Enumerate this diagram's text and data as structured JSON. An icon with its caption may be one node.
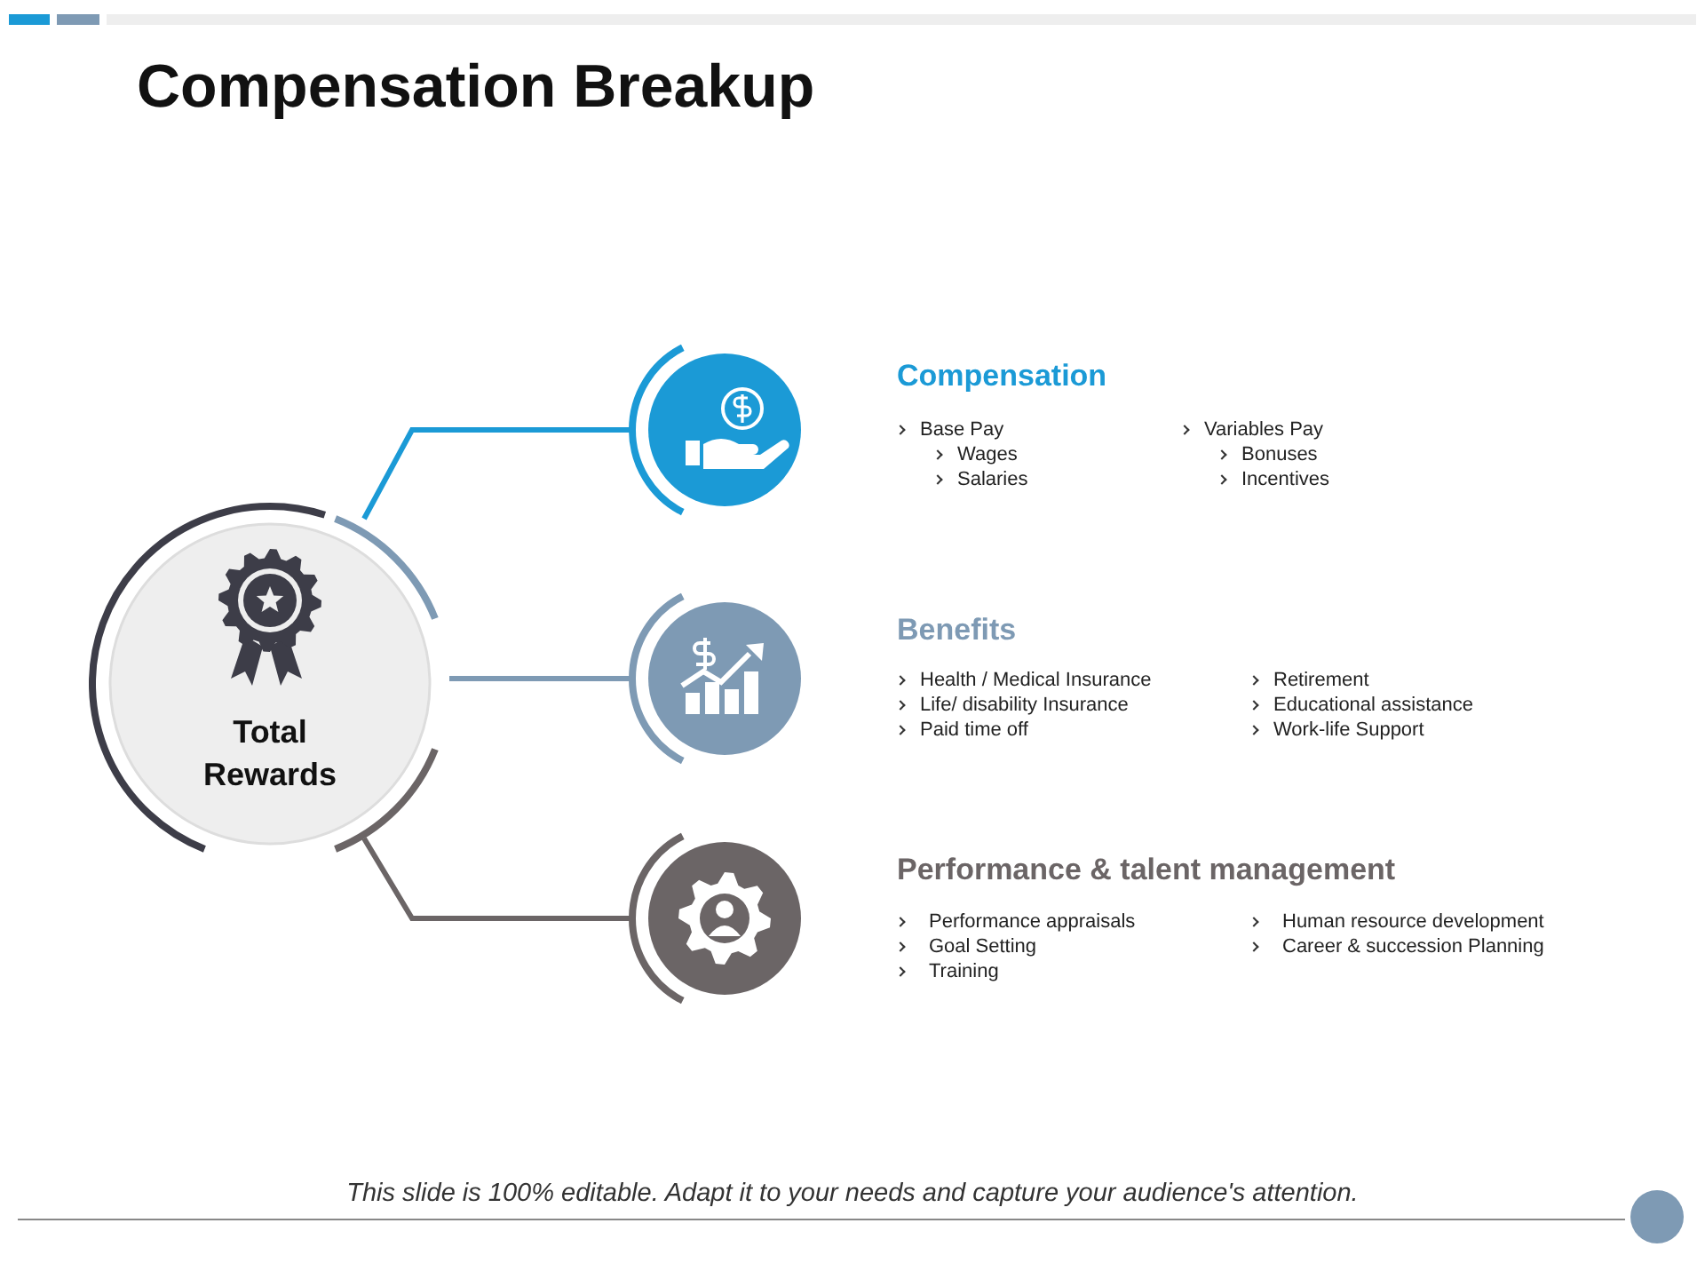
{
  "diagram": {
    "title": "Compensation Breakup",
    "nodes": [
      {
        "text": [
          "Total Rewards"
        ]
      },
      {
        "text": [],
        "shape": "circle",
        "beside": [
          "Compensation",
          "Base Pay",
          "Wages",
          "Salaries",
          "Variables Pay",
          "Bonuses",
          "Incentives"
        ]
      },
      {
        "text": [],
        "shape": "circle",
        "beside": [
          "Benefits",
          "Health / Medical Insurance",
          "Life/ disability Insurance",
          "Paid time off",
          "Retirement",
          "Educational assistance",
          "Work-life Support"
        ]
      },
      {
        "text": [],
        "shape": "circle",
        "beside": [
          "Performance & talent management",
          "Performance appraisals",
          "Goal Setting",
          "Training",
          "Human resource development",
          "Career & succession Planning"
        ]
      }
    ],
    "edges": [
      {
        "from": 0,
        "to": 1,
        "arrow": "none",
        "color": "#1b9ad6"
      },
      {
        "from": 0,
        "to": 2,
        "arrow": "none",
        "color": "#7e9ab4"
      },
      {
        "from": 0,
        "to": 3,
        "arrow": "none",
        "color": "#6b6566"
      }
    ],
    "labels": [
      "This slide is 100% editable. Adapt it to your needs and capture your audience's attention."
    ]
  }
}
